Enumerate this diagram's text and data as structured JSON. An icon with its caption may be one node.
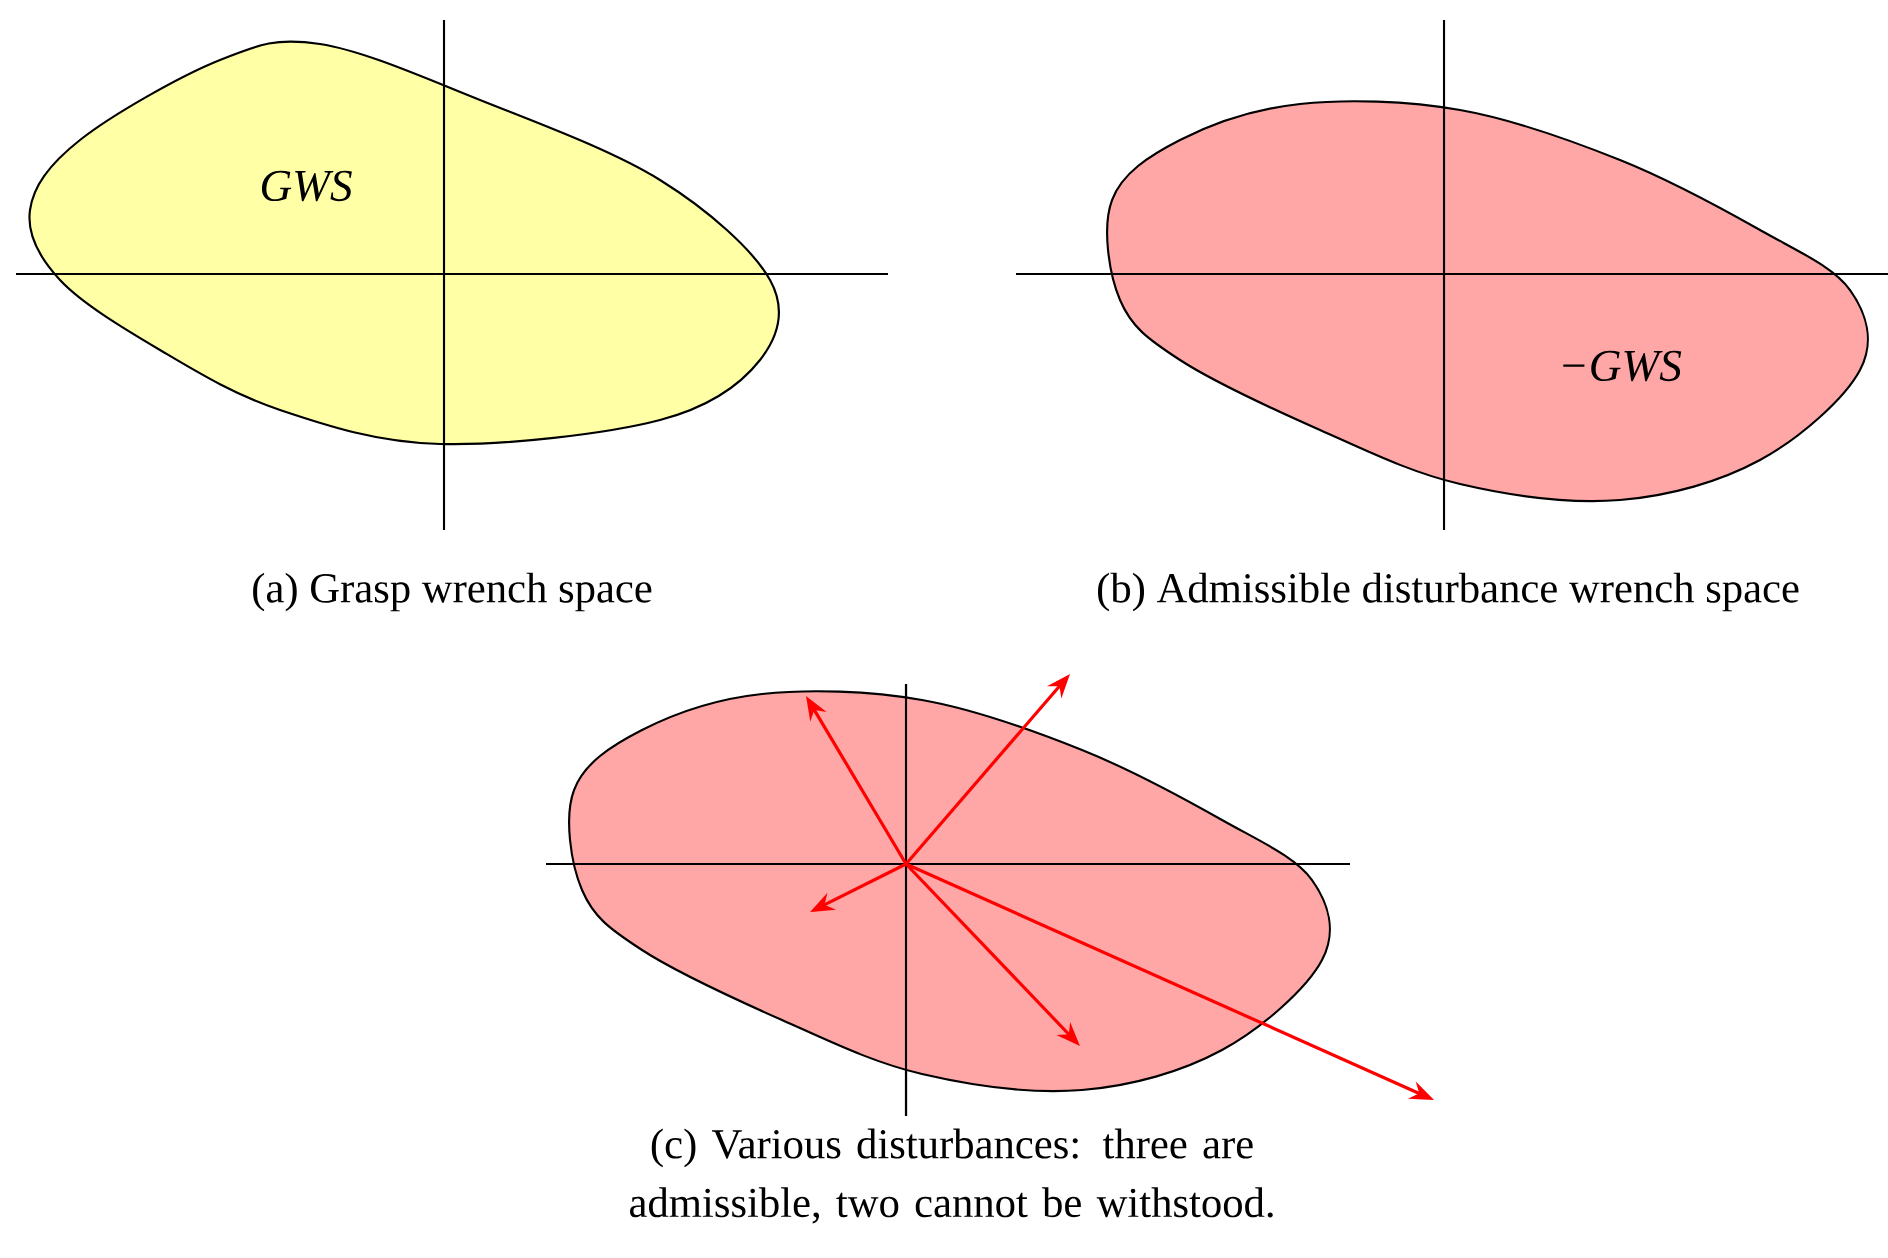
{
  "diagram": {
    "nodes": [
      {
        "text": [
          "GWS"
        ]
      },
      {
        "text": [
          "−GWS"
        ]
      },
      {
        "text": [],
        "shape": "blob"
      }
    ],
    "labels": [
      "(a) Grasp wrench space",
      "(b) Admissible disturbance wrench space",
      "(c) Various disturbances: three are admissible, two cannot be withstood."
    ]
  }
}
